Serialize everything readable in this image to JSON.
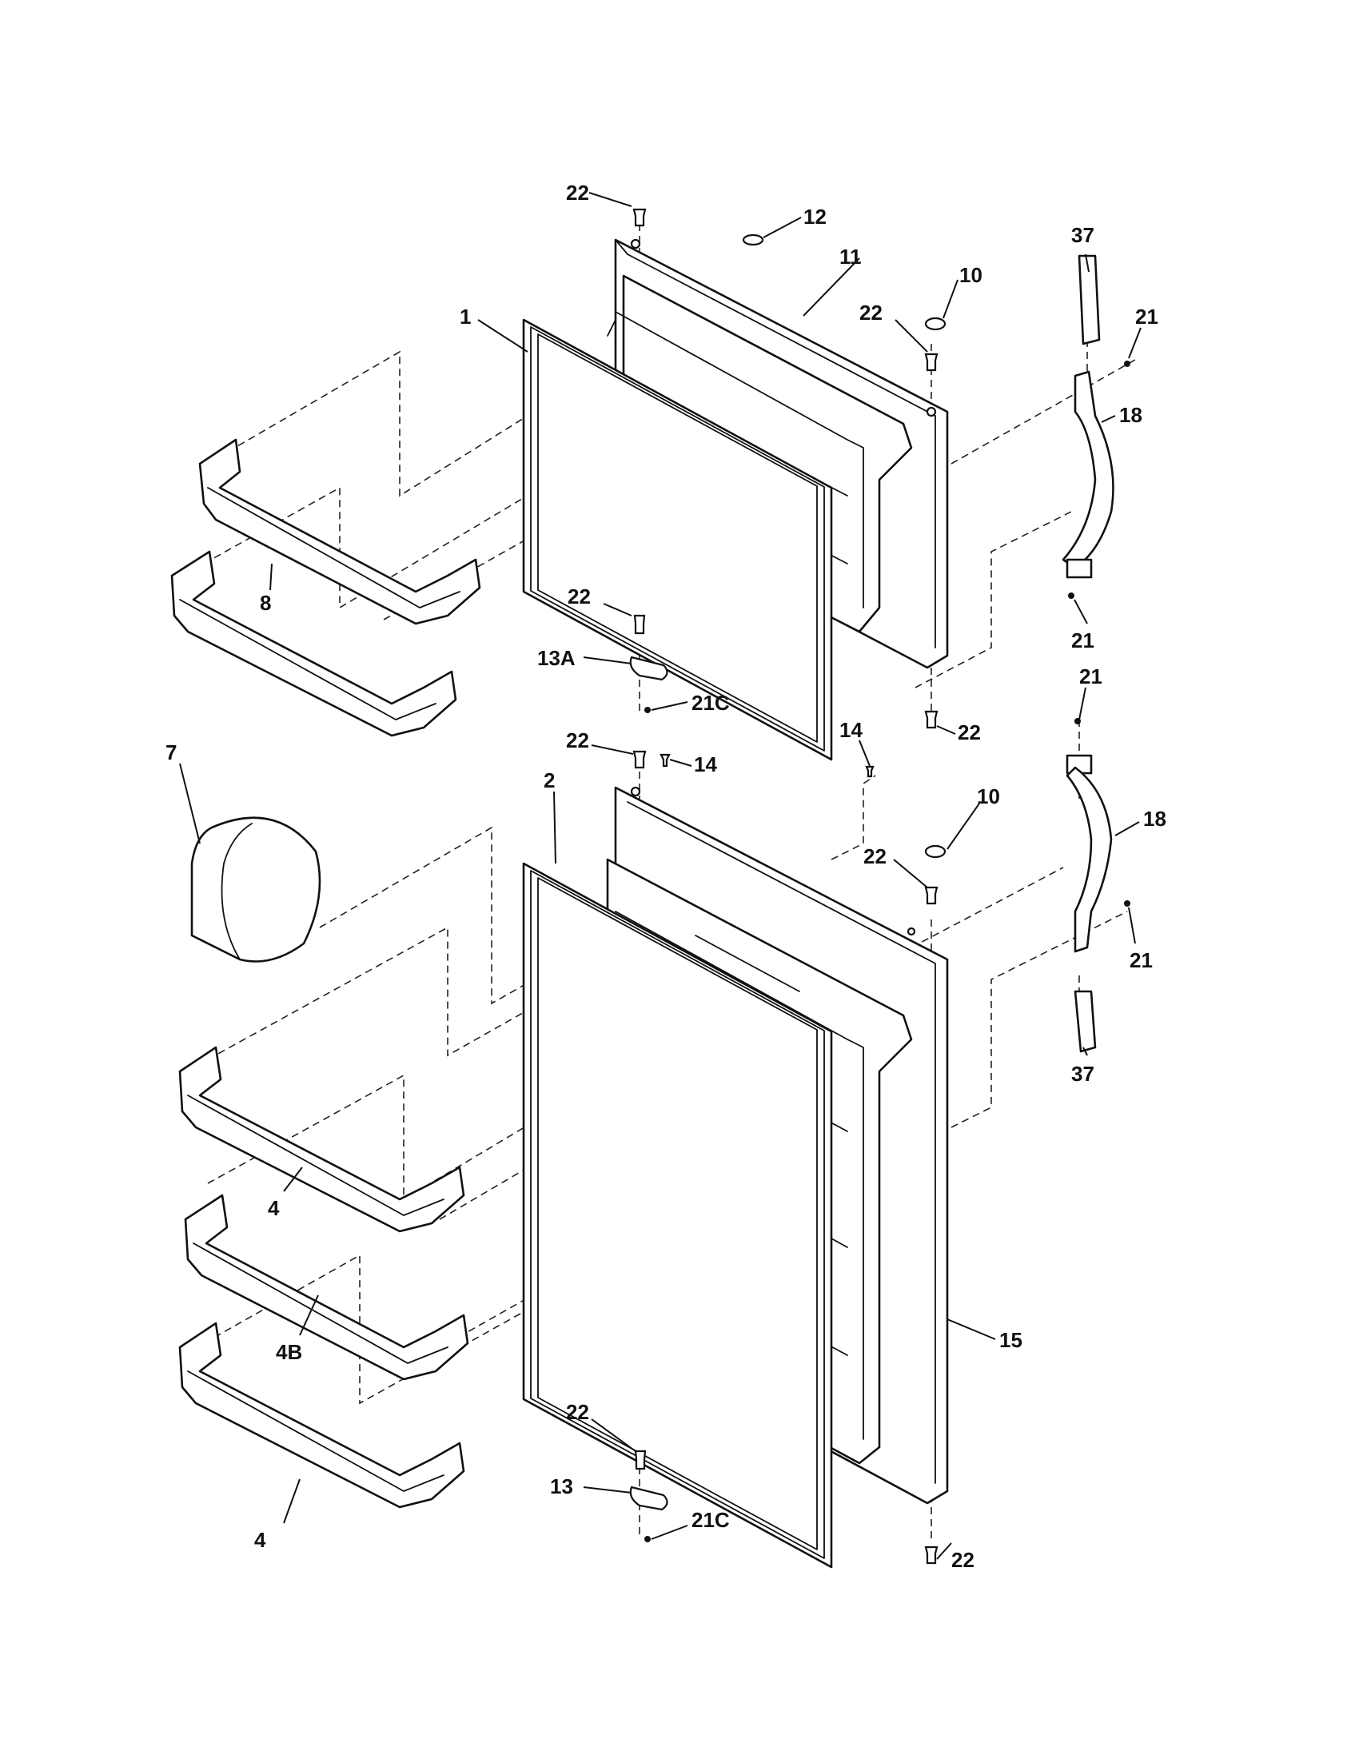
{
  "callouts": {
    "c1": "1",
    "c2": "2",
    "c4a": "4",
    "c4b": "4",
    "c4B": "4B",
    "c7": "7",
    "c8": "8",
    "c10a": "10",
    "c10b": "10",
    "c11": "11",
    "c12": "12",
    "c13": "13",
    "c13A": "13A",
    "c14a": "14",
    "c14b": "14",
    "c15": "15",
    "c18a": "18",
    "c18b": "18",
    "c21a": "21",
    "c21b": "21",
    "c21c": "21",
    "c21d": "21",
    "c21Ca": "21C",
    "c21Cb": "21C",
    "c22a": "22",
    "c22b": "22",
    "c22c": "22",
    "c22d": "22",
    "c22e": "22",
    "c22f": "22",
    "c22g": "22",
    "c22h": "22",
    "c37a": "37",
    "c37b": "37"
  }
}
